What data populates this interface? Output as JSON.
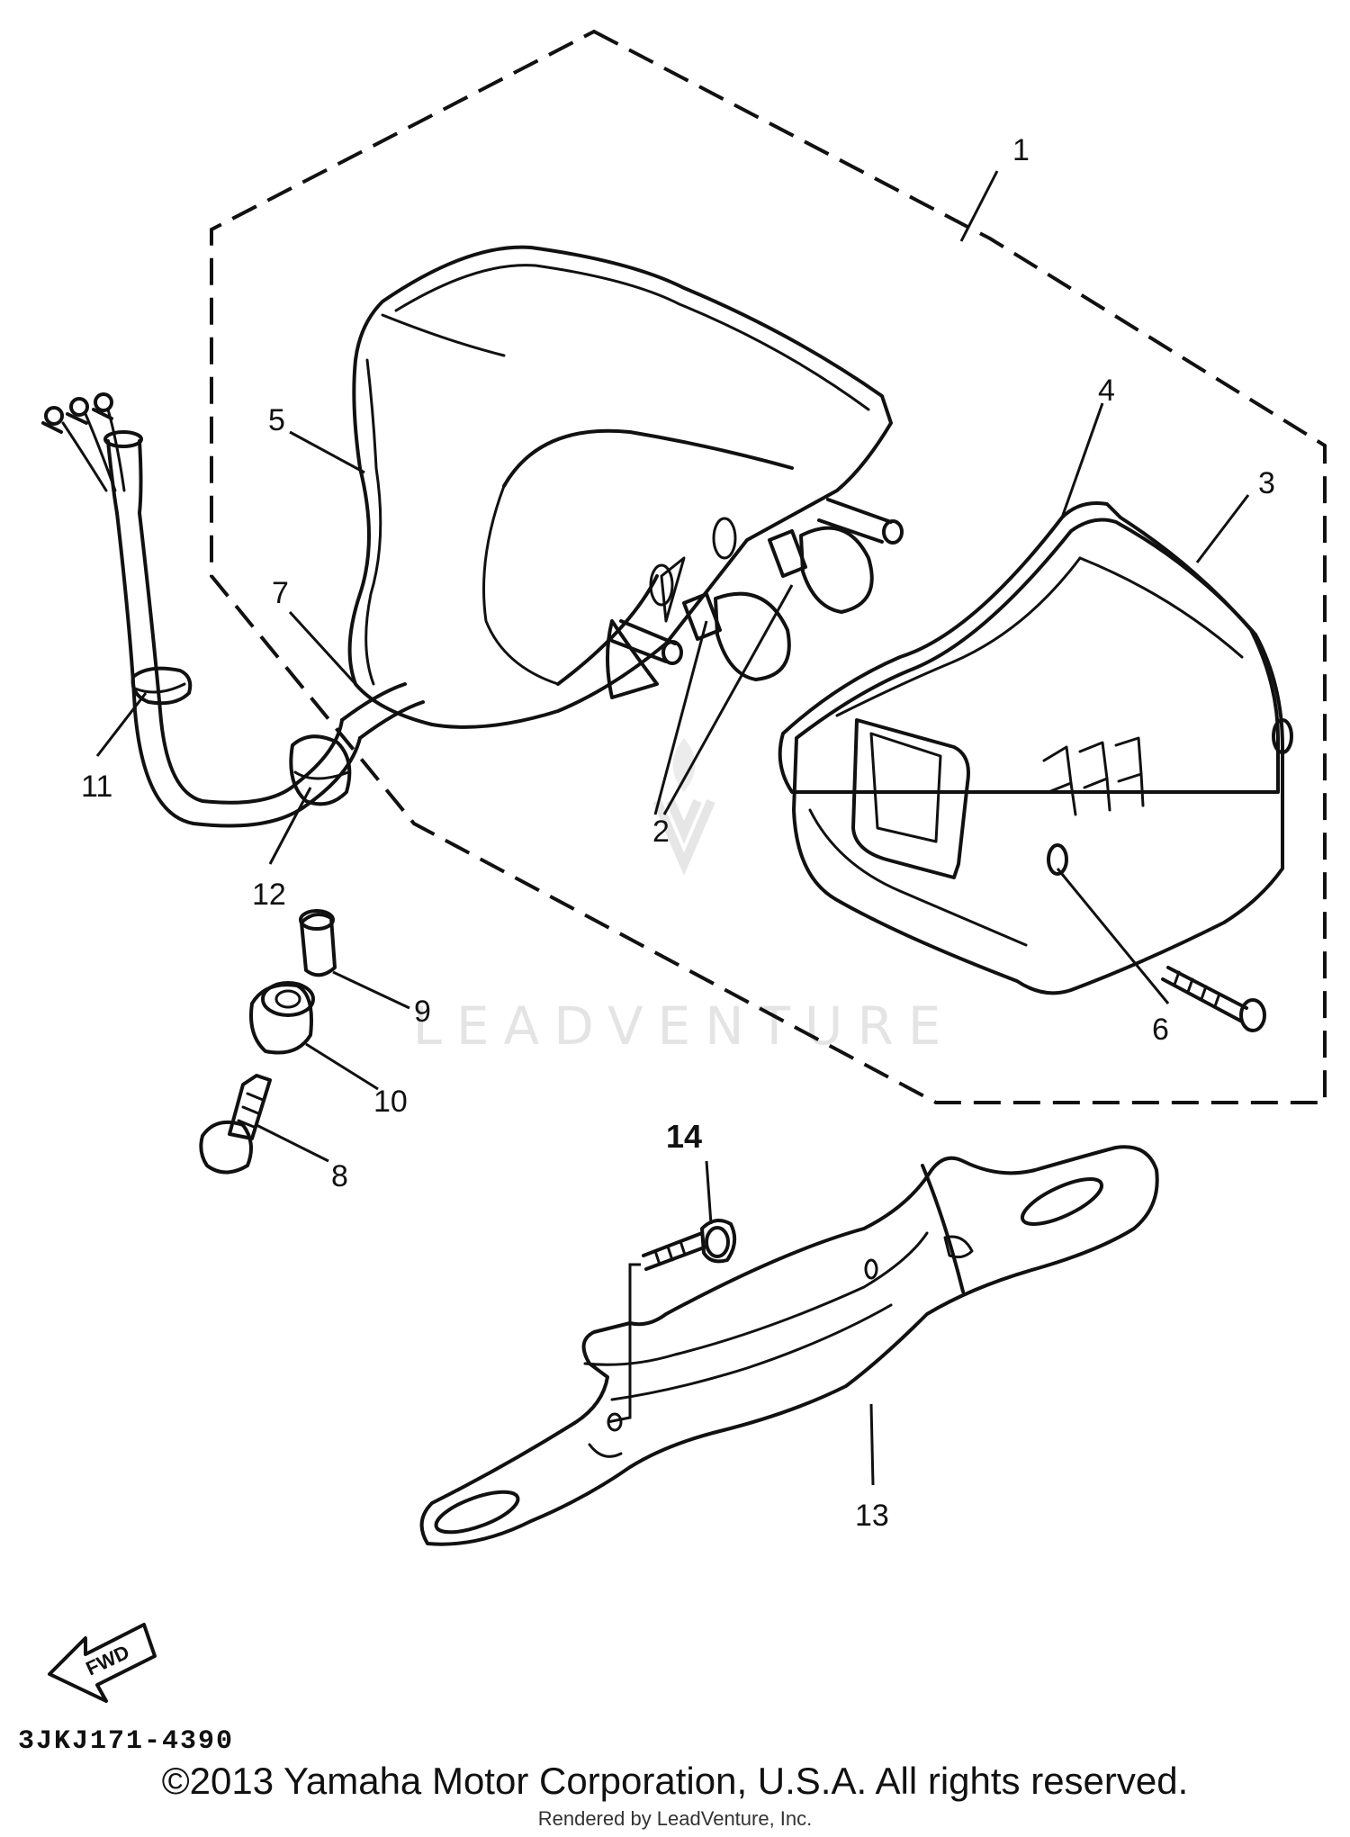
{
  "callouts": {
    "c1": "1",
    "c2": "2",
    "c3": "3",
    "c4": "4",
    "c5": "5",
    "c6": "6",
    "c7": "7",
    "c8": "8",
    "c9": "9",
    "c10": "10",
    "c11": "11",
    "c12": "12",
    "c13": "13",
    "c14": "14"
  },
  "arrow_label": "FWD",
  "watermark": "LEADVENTURE",
  "diagram_code": "3JKJ171-4390",
  "copyright": "©2013 Yamaha Motor Corporation, U.S.A. All rights reserved.",
  "rendered_by": "Rendered by LeadVenture, Inc."
}
